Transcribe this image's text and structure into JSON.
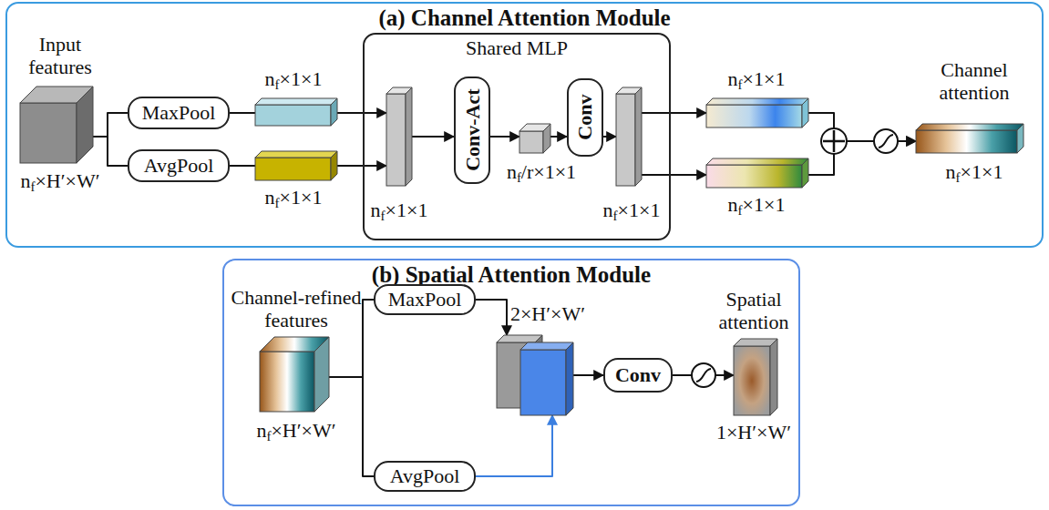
{
  "diagram": {
    "nodes": [
      {
        "text": [
          "(a) Channel Attention Module"
        ]
      },
      {
        "text": [
          "Input features",
          "nf×H′×W′"
        ],
        "in": 0
      },
      {
        "text": [
          "MaxPool"
        ],
        "in": 0
      },
      {
        "text": [
          "AvgPool"
        ],
        "in": 0
      },
      {
        "text": [
          "nf×1×1"
        ],
        "in": 0
      },
      {
        "text": [
          "nf×1×1"
        ],
        "in": 0
      },
      {
        "text": [
          "Shared MLP"
        ],
        "in": 0
      },
      {
        "text": [
          "nf×1×1"
        ],
        "in": 6
      },
      {
        "text": [
          "Conv-Act"
        ],
        "in": 6
      },
      {
        "text": [
          "nf/r×1×1"
        ],
        "in": 6
      },
      {
        "text": [
          "Conv"
        ],
        "in": 6
      },
      {
        "text": [
          "nf×1×1"
        ],
        "in": 6
      },
      {
        "text": [
          "nf×1×1"
        ],
        "in": 0
      },
      {
        "text": [
          "nf×1×1"
        ],
        "in": 0
      },
      {
        "text": [
          "Channel attention",
          "nf×1×1"
        ],
        "in": 0
      },
      {
        "text": [
          "(b) Spatial Attention Module"
        ]
      },
      {
        "text": [
          "Channel-refined features",
          "nf×H′×W′"
        ],
        "in": 15
      },
      {
        "text": [
          "MaxPool"
        ],
        "in": 15
      },
      {
        "text": [
          "AvgPool"
        ],
        "in": 15
      },
      {
        "text": [
          "2×H′×W′"
        ],
        "in": 15
      },
      {
        "text": [
          "Conv"
        ],
        "in": 15
      },
      {
        "text": [
          "Spatial attention",
          "1×H′×W′"
        ],
        "in": 15
      }
    ],
    "edges": [
      {
        "from": 1,
        "to": 2,
        "arrow": "none"
      },
      {
        "from": 1,
        "to": 3,
        "arrow": "none"
      },
      {
        "from": 2,
        "to": 4,
        "arrow": "none"
      },
      {
        "from": 3,
        "to": 5,
        "arrow": "none"
      },
      {
        "from": 4,
        "to": 7,
        "arrow": "to"
      },
      {
        "from": 5,
        "to": 7,
        "arrow": "to"
      },
      {
        "from": 7,
        "to": 8,
        "arrow": "to"
      },
      {
        "from": 8,
        "to": 9,
        "arrow": "to"
      },
      {
        "from": 9,
        "to": 10,
        "arrow": "to"
      },
      {
        "from": 10,
        "to": 11,
        "arrow": "to"
      },
      {
        "from": 11,
        "to": 12,
        "arrow": "to"
      },
      {
        "from": 11,
        "to": 13,
        "arrow": "to"
      },
      {
        "from": 12,
        "to": 14,
        "arrow": "to"
      },
      {
        "from": 13,
        "to": 14,
        "arrow": "to"
      },
      {
        "from": 16,
        "to": 17,
        "arrow": "none"
      },
      {
        "from": 16,
        "to": 18,
        "arrow": "none"
      },
      {
        "from": 17,
        "to": 19,
        "arrow": "to"
      },
      {
        "from": 18,
        "to": 19,
        "arrow": "to"
      },
      {
        "from": 19,
        "to": 20,
        "arrow": "to"
      },
      {
        "from": 20,
        "to": 21,
        "arrow": "to"
      }
    ]
  }
}
